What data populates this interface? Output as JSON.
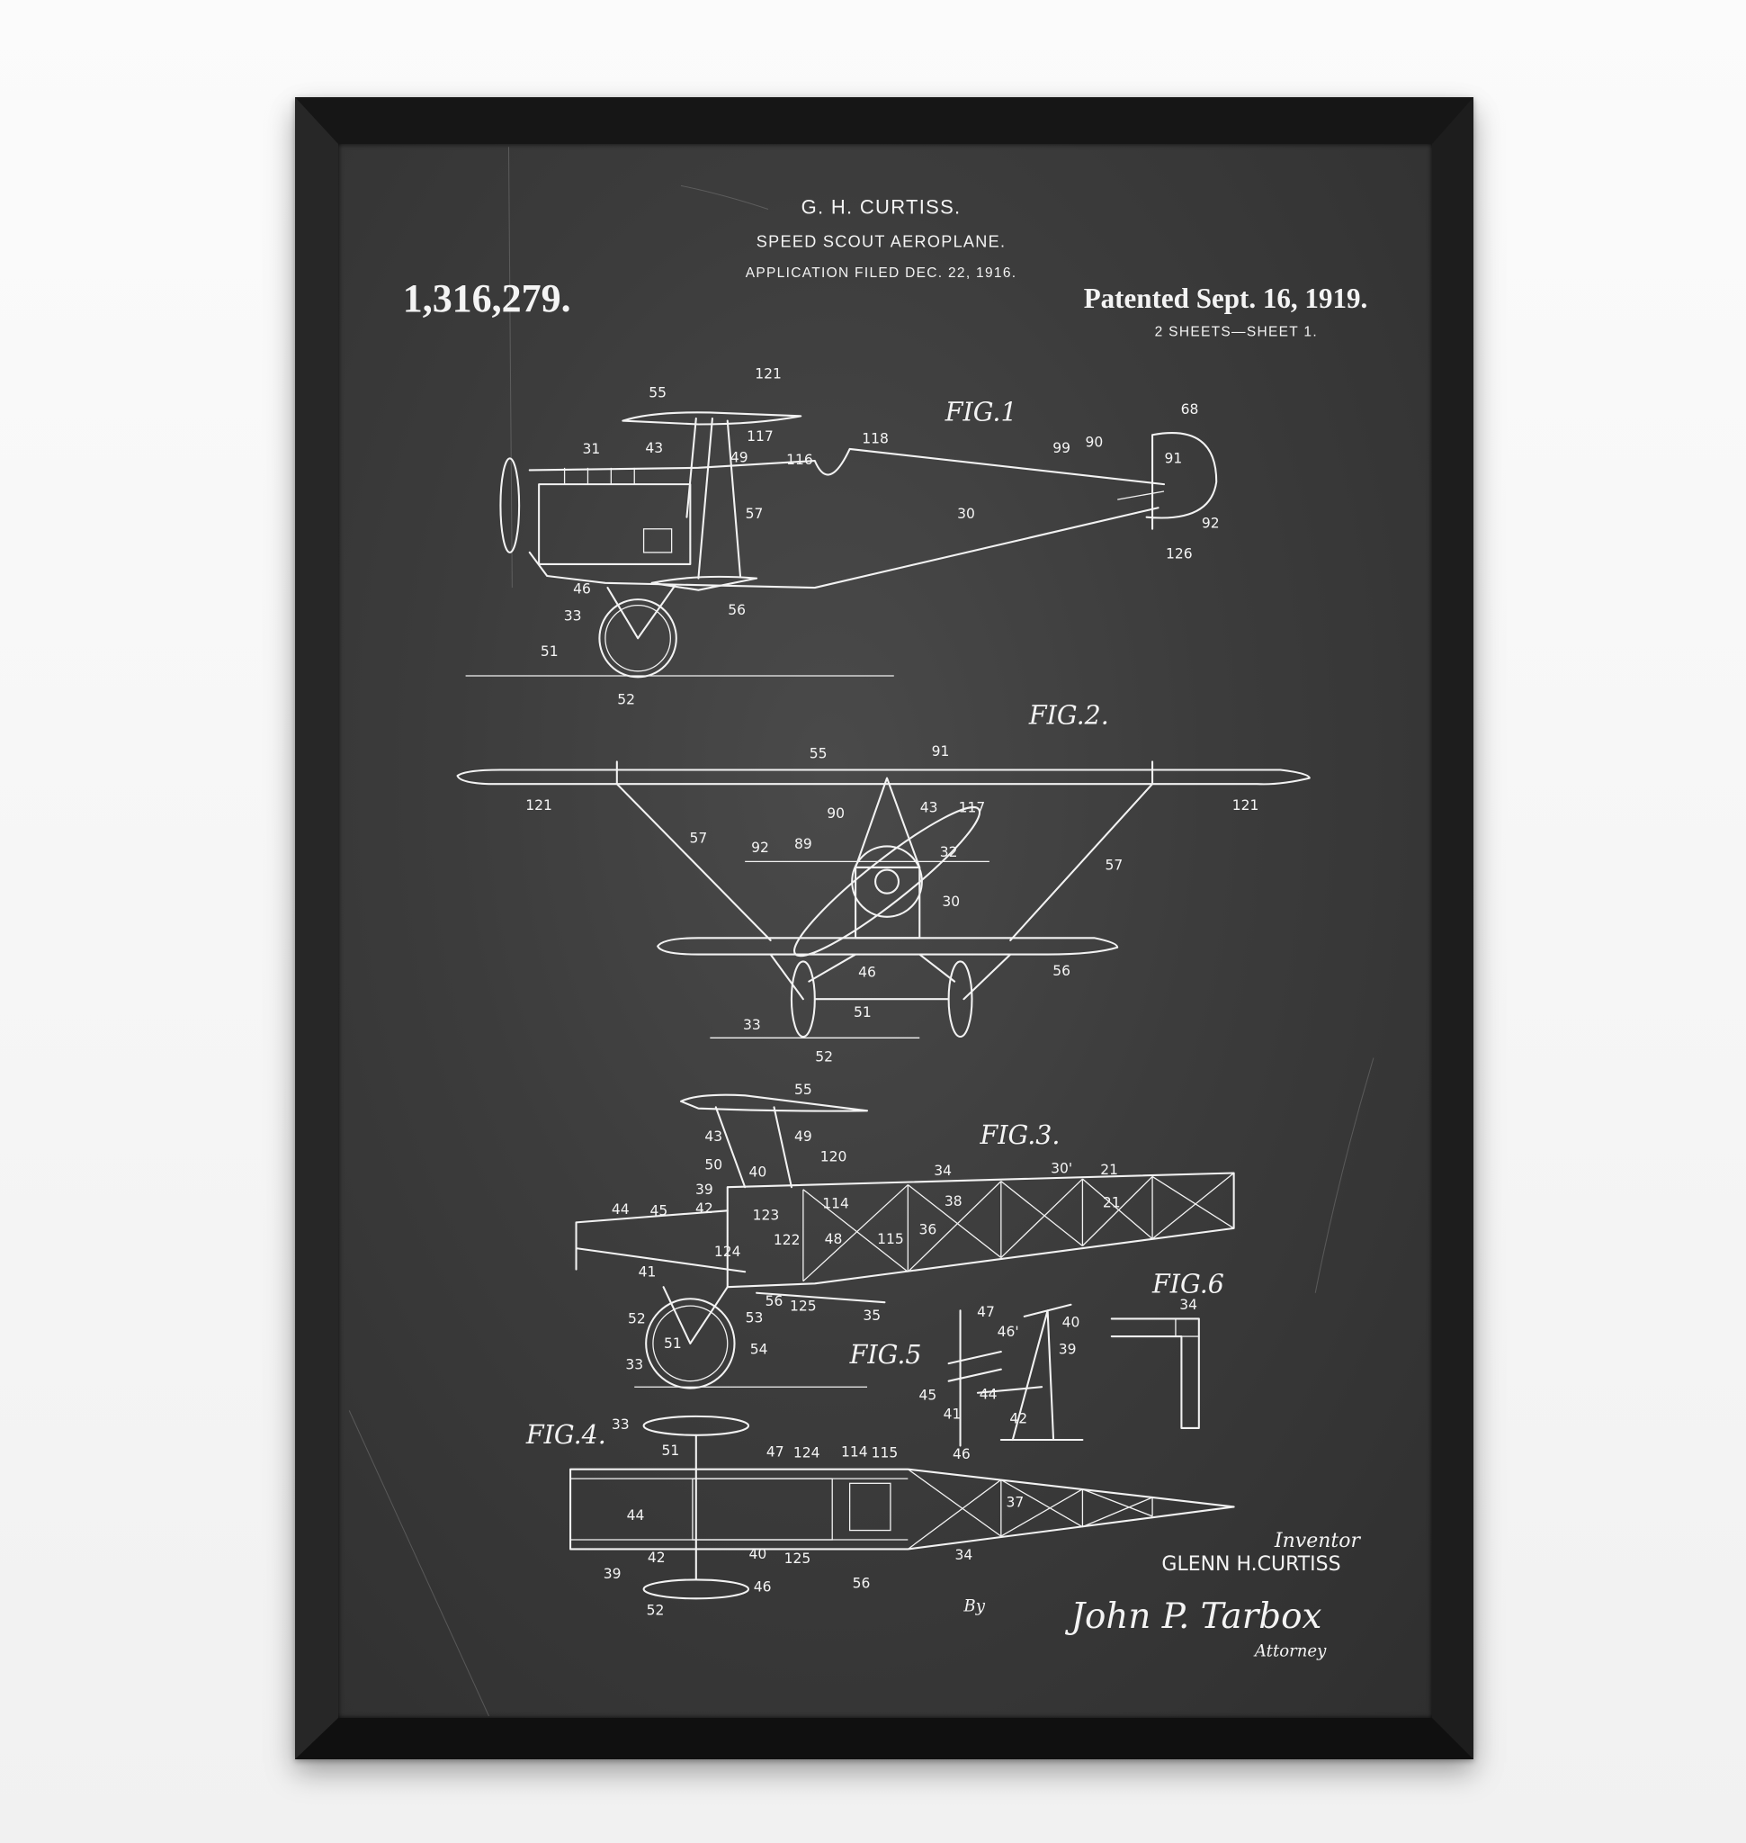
{
  "header": {
    "inventor_name": "G. H. CURTISS.",
    "title": "SPEED SCOUT AEROPLANE.",
    "application": "APPLICATION FILED DEC. 22, 1916.",
    "patent_number": "1,316,279.",
    "patented": "Patented Sept. 16, 1919.",
    "sheets": "2 SHEETS—SHEET 1."
  },
  "figures": {
    "fig1": {
      "title": "FIG.1",
      "labels": [
        "55",
        "121",
        "43",
        "49",
        "117",
        "116",
        "118",
        "31",
        "57",
        "30",
        "99",
        "90",
        "68",
        "91",
        "92",
        "126",
        "46",
        "56",
        "33",
        "51",
        "52"
      ]
    },
    "fig2": {
      "title": "FIG.2.",
      "labels": [
        "55",
        "91",
        "121",
        "121",
        "90",
        "43",
        "117",
        "57",
        "92",
        "89",
        "32",
        "57",
        "30",
        "46",
        "56",
        "51",
        "33",
        "52"
      ]
    },
    "fig3": {
      "title": "FIG.3.",
      "labels": [
        "55",
        "43",
        "49",
        "50",
        "40",
        "120",
        "34",
        "30'",
        "21",
        "21",
        "39",
        "42",
        "44",
        "45",
        "123",
        "114",
        "38",
        "36",
        "122",
        "48",
        "115",
        "124",
        "41",
        "56",
        "125",
        "35",
        "53",
        "52",
        "51",
        "54",
        "33"
      ]
    },
    "fig5": {
      "title": "FIG.5",
      "labels": [
        "47",
        "46'",
        "40",
        "39",
        "44",
        "45",
        "41",
        "42",
        "46"
      ]
    },
    "fig6": {
      "title": "FIG.6",
      "labels": [
        "34"
      ]
    },
    "fig4": {
      "title": "FIG.4.",
      "labels": [
        "33",
        "51",
        "47",
        "124",
        "114",
        "115",
        "37",
        "44",
        "42",
        "40",
        "125",
        "34",
        "39",
        "46",
        "56",
        "52"
      ]
    }
  },
  "signature_block": {
    "inventor_label": "Inventor",
    "inventor": "GLENN H.CURTISS",
    "by": "By",
    "attorney_signature": "John P. Tarbox",
    "attorney_label": "Attorney"
  }
}
